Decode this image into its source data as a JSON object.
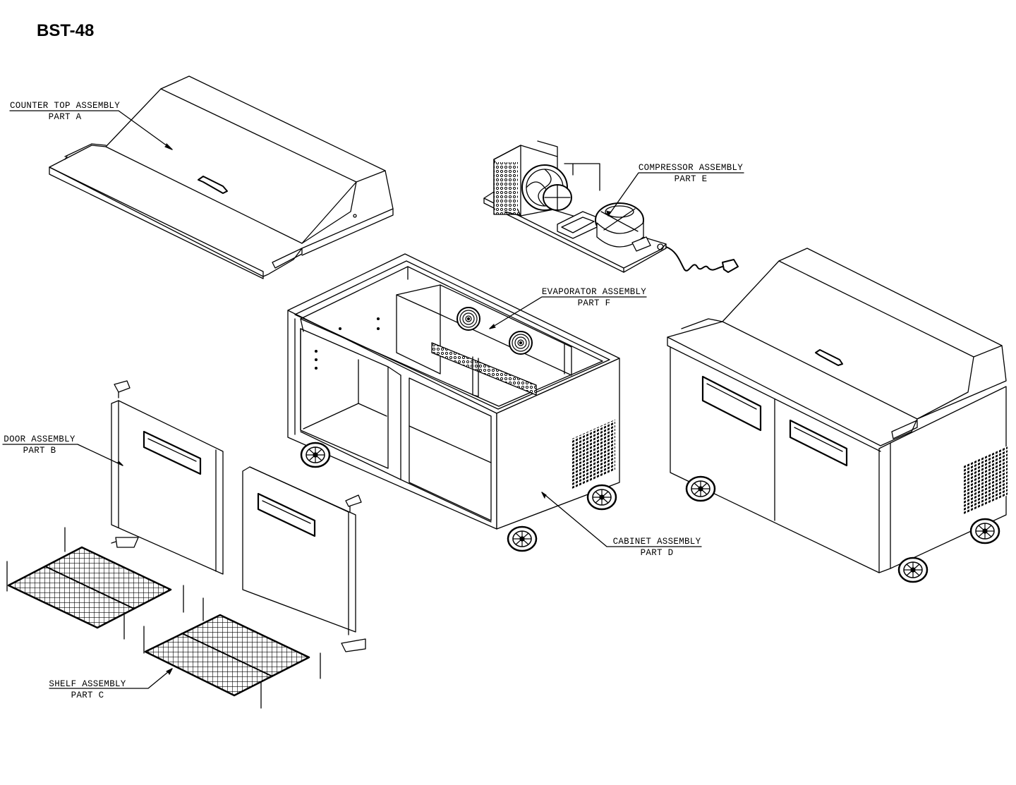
{
  "title": "BST-48",
  "callouts": {
    "counter_top": {
      "name": "COUNTER TOP ASSEMBLY",
      "part": "PART A"
    },
    "compressor": {
      "name": "COMPRESSOR ASSEMBLY",
      "part": "PART E"
    },
    "evaporator": {
      "name": "EVAPORATOR ASSEMBLY",
      "part": "PART F"
    },
    "door": {
      "name": "DOOR ASSEMBLY",
      "part": "PART B"
    },
    "cabinet": {
      "name": "CABINET ASSEMBLY",
      "part": "PART D"
    },
    "shelf": {
      "name": "SHELF ASSEMBLY",
      "part": "PART C"
    }
  }
}
